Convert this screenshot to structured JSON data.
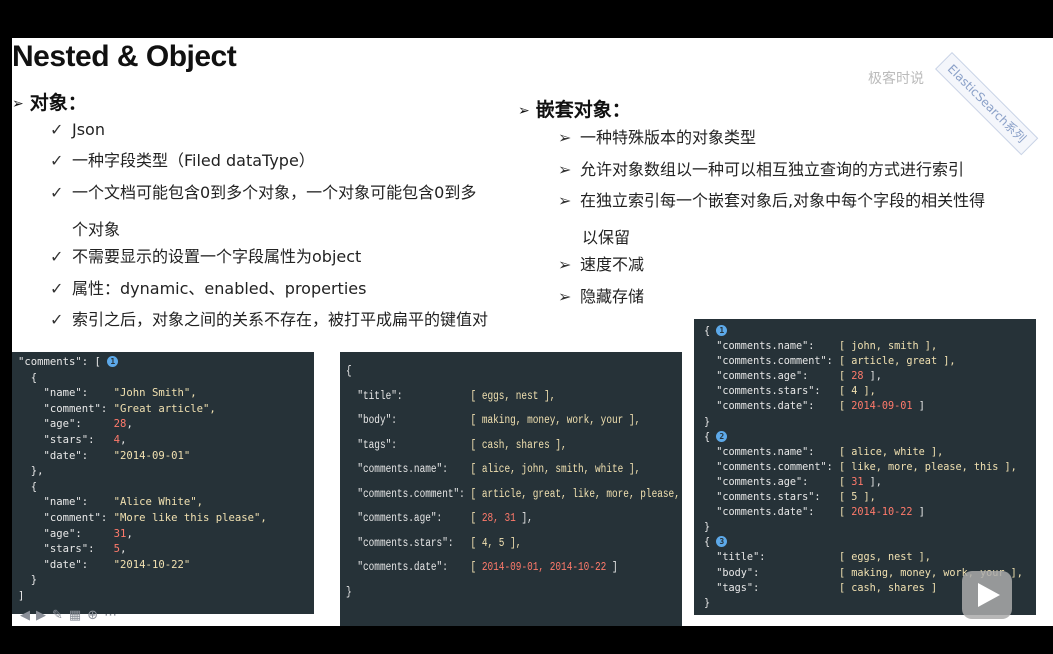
{
  "slide": {
    "title": "Nested & Object",
    "watermark": "极客时说",
    "badge": "ElasticSearch系列"
  },
  "left_section": {
    "heading": "对象：",
    "items": [
      "Json",
      "一种字段类型（Filed dataType）",
      "一个文档可能包含0到多个对象，一个对象可能包含0到多",
      "个对象",
      "不需要显示的设置一个字段属性为object",
      "属性：dynamic、enabled、properties",
      "索引之后，对象之间的关系不存在，被打平成扁平的键值对"
    ]
  },
  "right_section": {
    "heading": "嵌套对象：",
    "items": [
      "一种特殊版本的对象类型",
      "允许对象数组以一种可以相互独立查询的方式进行索引",
      "在独立索引每一个嵌套对象后,对象中每个字段的相关性得",
      "以保留",
      "速度不减",
      "隐藏存储"
    ]
  },
  "code_blocks": {
    "block1": [
      {
        "k": "\"comments\": [ ",
        "n": "",
        "badge": "1"
      },
      {
        "k": "  {",
        "n": ""
      },
      {
        "k": "    \"name\":    ",
        "s": "\"John Smith\","
      },
      {
        "k": "    \"comment\": ",
        "s": "\"Great article\","
      },
      {
        "k": "    \"age\":     ",
        "n": "28",
        "t": ","
      },
      {
        "k": "    \"stars\":   ",
        "n": "4",
        "t": ","
      },
      {
        "k": "    \"date\":    ",
        "s": "\"2014-09-01\""
      },
      {
        "k": "  },"
      },
      {
        "k": "  {"
      },
      {
        "k": "    \"name\":    ",
        "s": "\"Alice White\","
      },
      {
        "k": "    \"comment\": ",
        "s": "\"More like this please\","
      },
      {
        "k": "    \"age\":     ",
        "n": "31",
        "t": ","
      },
      {
        "k": "    \"stars\":   ",
        "n": "5",
        "t": ","
      },
      {
        "k": "    \"date\":    ",
        "s": "\"2014-10-22\""
      },
      {
        "k": "  }"
      },
      {
        "k": "]"
      }
    ],
    "block2": [
      {
        "k": "{"
      },
      {
        "k": "  \"title\":            ",
        "s": "[ eggs, nest ],"
      },
      {
        "k": "  \"body\":             ",
        "s": "[ making, money, work, your ],"
      },
      {
        "k": "  \"tags\":             ",
        "s": "[ cash, shares ],"
      },
      {
        "k": "  \"comments.name\":    ",
        "s": "[ alice, john, smith, white ],"
      },
      {
        "k": "  \"comments.comment\": ",
        "s": "[ article, great, like, more, please, this ],"
      },
      {
        "k": "  \"comments.age\":     ",
        "s": "[ ",
        "n": "28, 31",
        "t": " ],"
      },
      {
        "k": "  \"comments.stars\":   ",
        "s": "[ 4, 5 ],"
      },
      {
        "k": "  \"comments.date\":    ",
        "s": "[ ",
        "n": "2014-09-01, 2014-10-22",
        "t": " ]"
      },
      {
        "k": "}"
      }
    ],
    "block3": [
      {
        "k": "{ ",
        "badge": "1"
      },
      {
        "k": "  \"comments.name\":    ",
        "s": "[ john, smith ],"
      },
      {
        "k": "  \"comments.comment\": ",
        "s": "[ article, great ],"
      },
      {
        "k": "  \"comments.age\":     ",
        "s": "[ ",
        "n": "28",
        "t": " ],"
      },
      {
        "k": "  \"comments.stars\":   ",
        "s": "[ 4 ],"
      },
      {
        "k": "  \"comments.date\":    ",
        "s": "[ ",
        "n": "2014-09-01",
        "t": " ]"
      },
      {
        "k": "}"
      },
      {
        "k": "{ ",
        "badge": "2"
      },
      {
        "k": "  \"comments.name\":    ",
        "s": "[ alice, white ],"
      },
      {
        "k": "  \"comments.comment\": ",
        "s": "[ like, more, please, this ],"
      },
      {
        "k": "  \"comments.age\":     ",
        "s": "[ ",
        "n": "31",
        "t": " ],"
      },
      {
        "k": "  \"comments.stars\":   ",
        "s": "[ 5 ],"
      },
      {
        "k": "  \"comments.date\":    ",
        "s": "[ ",
        "n": "2014-10-22",
        "t": " ]"
      },
      {
        "k": "}"
      },
      {
        "k": "{ ",
        "badge": "3"
      },
      {
        "k": "  \"title\":            ",
        "s": "[ eggs, nest ],"
      },
      {
        "k": "  \"body\":             ",
        "s": "[ making, money, work, your ],"
      },
      {
        "k": "  \"tags\":             ",
        "s": "[ cash, shares ]"
      },
      {
        "k": "}"
      }
    ]
  },
  "player": {
    "toolbar_icons": [
      "prev-icon",
      "play-icon",
      "pen-icon",
      "slides-icon",
      "zoom-icon",
      "more-icon"
    ],
    "play_button_icon": "play-icon"
  }
}
